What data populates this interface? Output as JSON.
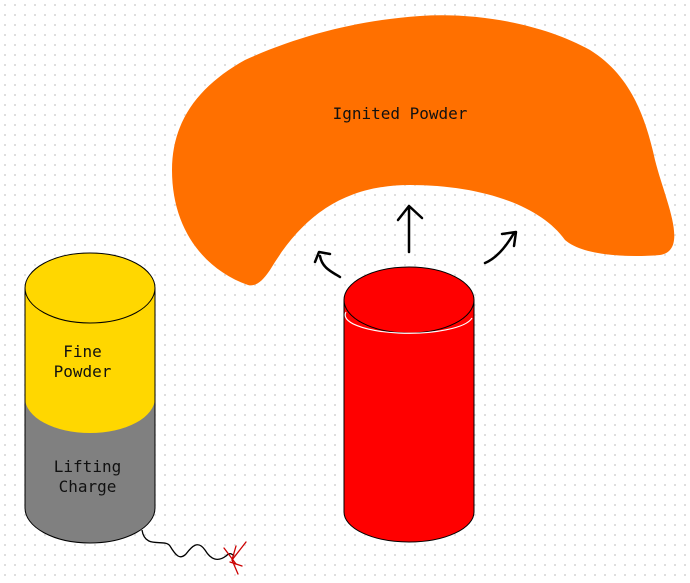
{
  "labels": {
    "ignited": "Ignited Powder",
    "fine_line1": "Fine",
    "fine_line2": "Powder",
    "lift_line1": "Lifting",
    "lift_line2": "Charge"
  },
  "colors": {
    "cloud": "#ff7000",
    "fine_powder": "#ffd700",
    "lifting_charge": "#808080",
    "red_canister": "#ff0000",
    "outline": "#000000",
    "spark": "#cc0000"
  }
}
